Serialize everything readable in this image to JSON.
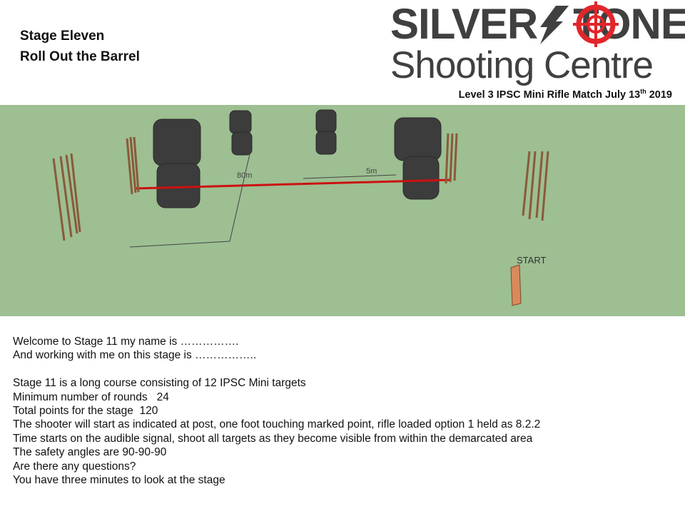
{
  "stage": {
    "title": "Stage Eleven",
    "subtitle": "Roll Out the Barrel"
  },
  "logo": {
    "line1": "SILVERSTONE",
    "line1_a": "SILVER",
    "line1_b": "TONE",
    "line2": "Shooting Centre",
    "accent": "#e2262b"
  },
  "match": {
    "prefix": "Level 3 IPSC Mini Rifle Match July 13",
    "sup": "th",
    "suffix": " 2019"
  },
  "scene": {
    "label_80m": "80m",
    "label_5m": "5m",
    "label_start": "START",
    "ground_color": "#9dbf92",
    "fault_line_color": "#cc1111"
  },
  "briefing": [
    "Welcome to Stage 11 my name is …………….",
    "And working with me on this stage is ……………..",
    "",
    "Stage 11 is a long course consisting of 12 IPSC Mini targets",
    "Minimum number of rounds   24",
    "Total points for the stage  120",
    "The shooter will start as indicated at post, one foot touching marked point, rifle loaded option 1 held as 8.2.2",
    "Time starts on the audible signal, shoot all targets as they become visible from within the demarcated area",
    "The safety angles are 90-90-90",
    "Are there any questions?",
    "You have three minutes to look at the stage"
  ]
}
